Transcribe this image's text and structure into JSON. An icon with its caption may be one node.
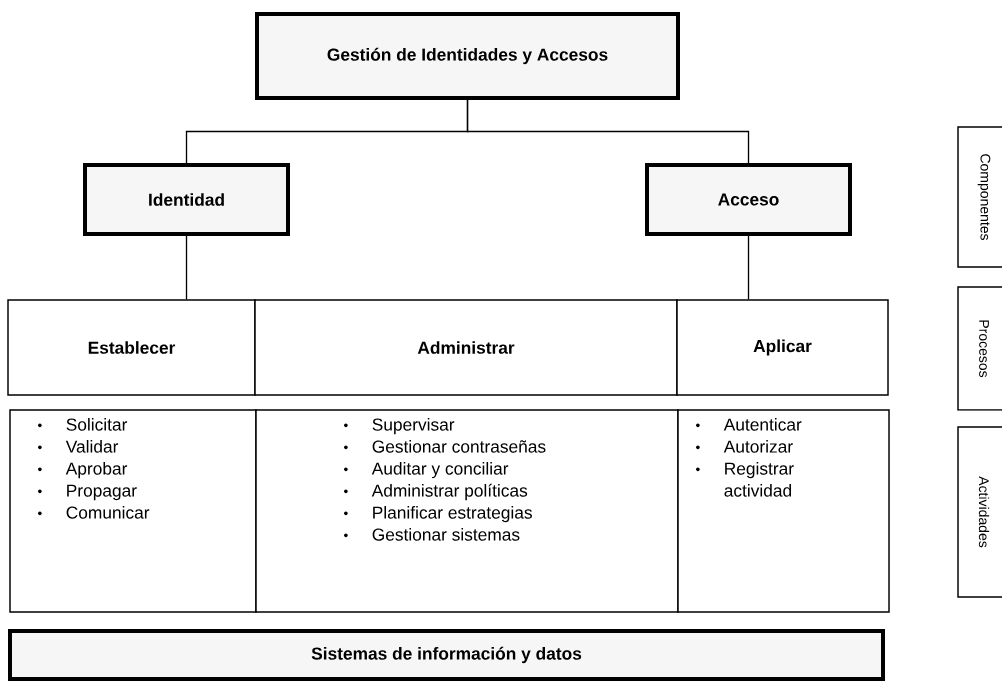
{
  "diagram": {
    "nodes": [
      {
        "text": [
          "Gestión de Identidades y Accesos"
        ]
      },
      {
        "text": [
          "Identidad"
        ]
      },
      {
        "text": [
          "Acceso"
        ]
      },
      {
        "text": [
          "Establecer"
        ]
      },
      {
        "text": [
          "Administrar"
        ]
      },
      {
        "text": [
          "Aplicar"
        ]
      },
      {
        "text": [
          "Solicitar",
          "Validar",
          "Aprobar",
          "Propagar",
          "Comunicar"
        ]
      },
      {
        "text": [
          "Supervisar",
          "Gestionar contraseñas",
          "Auditar y conciliar",
          "Administrar políticas",
          "Planificar estrategias",
          "Gestionar sistemas"
        ]
      },
      {
        "text": [
          "Autenticar",
          "Autorizar",
          "Registrar actividad"
        ]
      },
      {
        "text": [
          "Sistemas de información y datos"
        ]
      },
      {
        "text": [
          "Componentes"
        ]
      },
      {
        "text": [
          "Procesos"
        ]
      },
      {
        "text": [
          "Actividades"
        ]
      }
    ],
    "edges": [
      {
        "from": 0,
        "to": 1,
        "arrow": "none"
      },
      {
        "from": 0,
        "to": 2,
        "arrow": "none"
      },
      {
        "from": 1,
        "to": 3,
        "arrow": "none"
      },
      {
        "from": 2,
        "to": 5,
        "arrow": "none"
      }
    ]
  }
}
